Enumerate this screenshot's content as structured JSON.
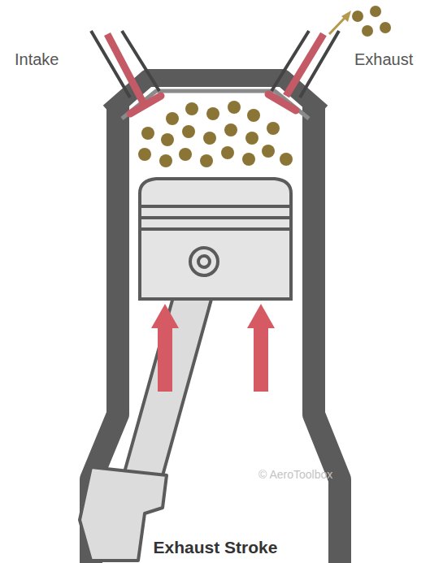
{
  "diagram": {
    "caption": "Exhaust Stroke",
    "labels": [
      "Intake",
      "Exhaust",
      "© AeroToolbox"
    ]
  }
}
